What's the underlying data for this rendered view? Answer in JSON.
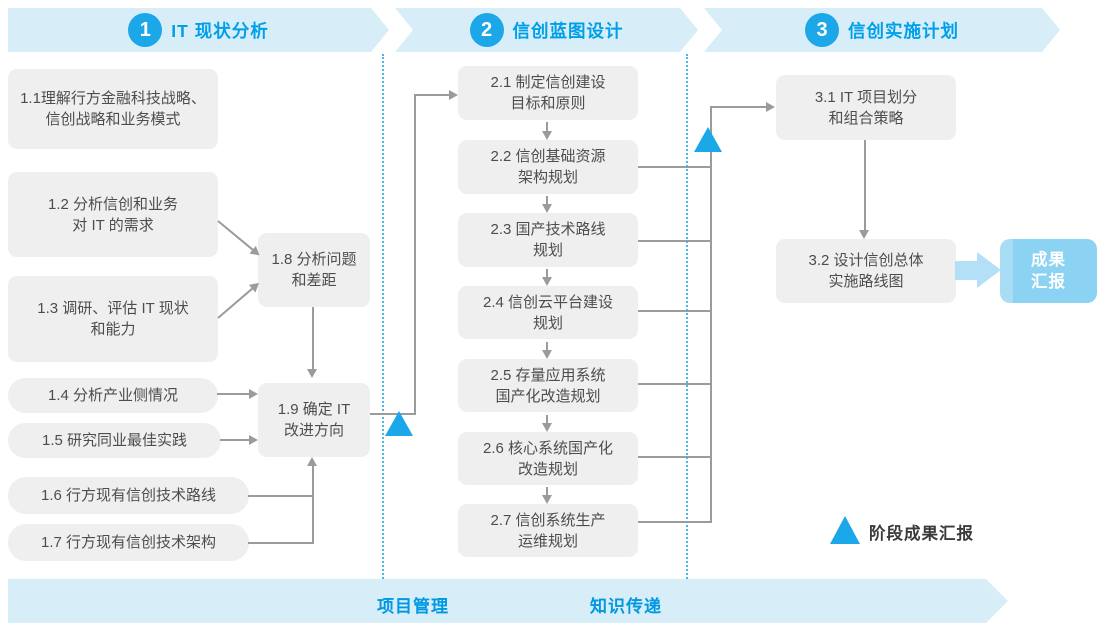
{
  "phases": [
    {
      "number": "1",
      "title": "IT 现状分析"
    },
    {
      "number": "2",
      "title": "信创蓝图设计"
    },
    {
      "number": "3",
      "title": "信创实施计划"
    }
  ],
  "boxes": {
    "b11": {
      "line1": "1.1理解行方金融科技战略、",
      "line2": "信创战略和业务模式"
    },
    "b12": {
      "line1": "1.2 分析信创和业务",
      "line2": "对 IT 的需求"
    },
    "b13": {
      "line1": "1.3 调研、评估 IT 现状",
      "line2": "和能力"
    },
    "b14": {
      "line1": "1.4 分析产业侧情况"
    },
    "b15": {
      "line1": "1.5 研究同业最佳实践"
    },
    "b16": {
      "line1": "1.6 行方现有信创技术路线"
    },
    "b17": {
      "line1": "1.7 行方现有信创技术架构"
    },
    "b18": {
      "line1": "1.8 分析问题",
      "line2": "和差距"
    },
    "b19": {
      "line1": "1.9 确定 IT",
      "line2": "改进方向"
    },
    "b21": {
      "line1": "2.1 制定信创建设",
      "line2": "目标和原则"
    },
    "b22": {
      "line1": "2.2 信创基础资源",
      "line2": "架构规划"
    },
    "b23": {
      "line1": "2.3 国产技术路线",
      "line2": "规划"
    },
    "b24": {
      "line1": "2.4 信创云平台建设",
      "line2": "规划"
    },
    "b25": {
      "line1": "2.5 存量应用系统",
      "line2": "国产化改造规划"
    },
    "b26": {
      "line1": "2.6 核心系统国产化",
      "line2": "改造规划"
    },
    "b27": {
      "line1": "2.7 信创系统生产",
      "line2": "运维规划"
    },
    "b31": {
      "line1": "3.1 IT 项目划分",
      "line2": "和组合策略"
    },
    "b32": {
      "line1": "3.2 设计信创总体",
      "line2": "实施路线图"
    }
  },
  "result": {
    "line1": "成果",
    "line2": "汇报"
  },
  "legend": {
    "label": "阶段成果汇报"
  },
  "bottom": {
    "labels": [
      "项目管理",
      "知识传递"
    ]
  },
  "colors": {
    "accent": "#1BA7E8",
    "band_bg": "#D7EDF8",
    "phase_title": "#00A0E9",
    "box_bg": "#EFEFEF",
    "box_text": "#4D4D4F",
    "connector": "#9B9B9B",
    "dotted_line": "#4AB6E8",
    "result_bg": "#8CD2F3",
    "thick_arrow": "#B4E0F7"
  }
}
